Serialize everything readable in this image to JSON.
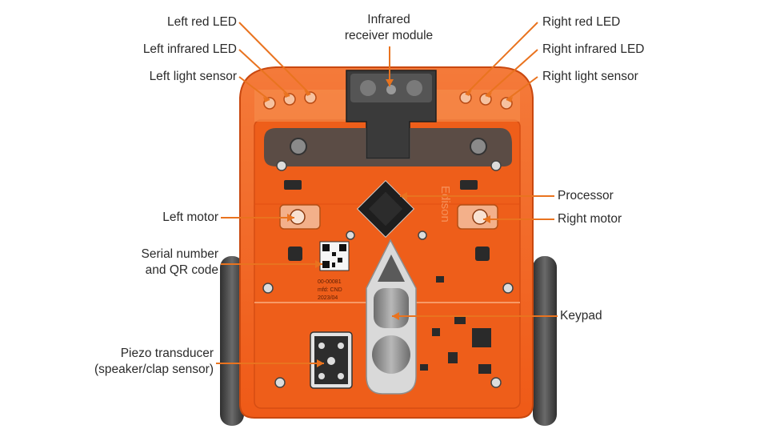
{
  "colors": {
    "callout_line": "#e9731f",
    "chassis": "#f2601c",
    "chassis_dark": "#d84a10",
    "wheel": "#4a4a4a",
    "text": "#2b2b2b"
  },
  "labels": {
    "left_red_led": "Left red LED",
    "left_infrared_led": "Left infrared LED",
    "left_light_sensor": "Left light sensor",
    "infrared_receiver": [
      "Infrared",
      "receiver module"
    ],
    "right_red_led": "Right red LED",
    "right_infrared_led": "Right infrared LED",
    "right_light_sensor": "Right light sensor",
    "processor": "Processor",
    "left_motor": "Left motor",
    "right_motor": "Right motor",
    "serial_number": [
      "Serial number",
      "and QR code"
    ],
    "keypad": "Keypad",
    "piezo": [
      "Piezo transducer",
      "(speaker/clap sensor)"
    ]
  },
  "board_text": {
    "brand": "Edison",
    "serial_lines": [
      "00-00081",
      "mfd: CND",
      "2023/04"
    ]
  }
}
